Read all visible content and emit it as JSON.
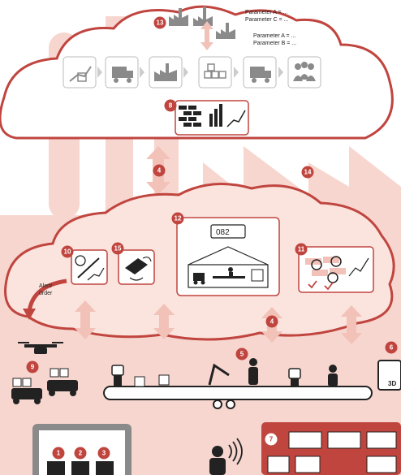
{
  "colors": {
    "accent": "#c0453f",
    "cloud_fill": "#fbe3de",
    "bg_shape": "#f7d6cf",
    "arrow": "#f2c2b8",
    "icon_gray": "#8a8a8a",
    "dark": "#222222"
  },
  "top": {
    "badge_13": "13",
    "params": [
      "Parameter A = ...",
      "Parameter C = ...",
      "Parameter A = ...",
      "Parameter B = ..."
    ],
    "process_icons": [
      "growth-chart-icon",
      "delivery-truck-icon",
      "factory-icon",
      "warehouse-boxes-icon",
      "delivery-truck-icon",
      "people-group-icon"
    ],
    "badge_8": "8"
  },
  "middle": {
    "badge_4_upper": "4",
    "badge_14": "14",
    "badge_12": "12",
    "counter_display": "082",
    "badge_10": "10",
    "badge_15": "15",
    "badge_11": "11",
    "alert_label": "Alert/\norder",
    "alert_line1": "Alert/",
    "alert_line2": "order",
    "badge_4_lower": "4"
  },
  "floor": {
    "badge_9": "9",
    "badge_5": "5",
    "badge_6": "6",
    "printer_label": "3D",
    "badge_1": "1",
    "badge_2": "2",
    "badge_3": "3",
    "badge_7": "7"
  }
}
